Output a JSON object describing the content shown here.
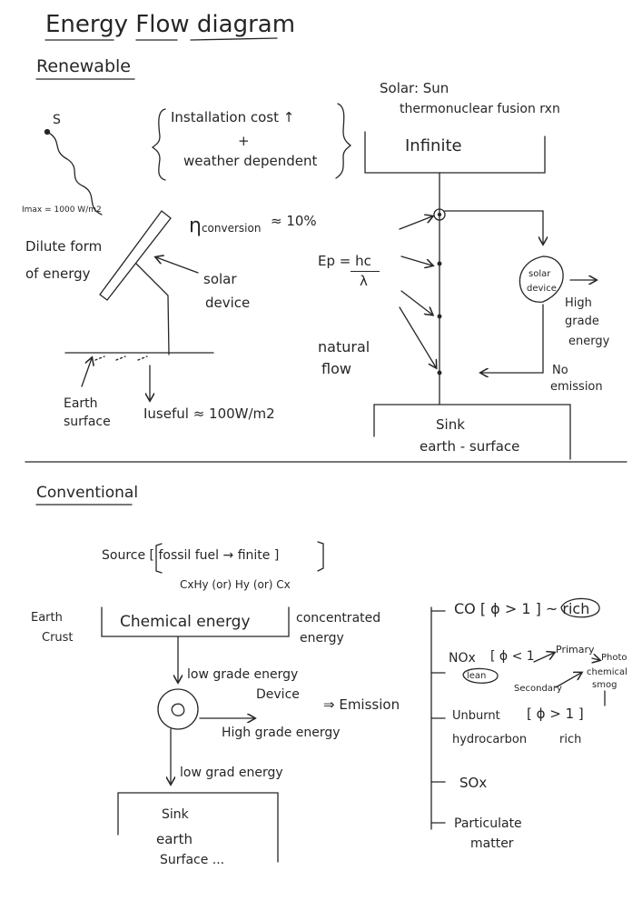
{
  "title": "Energy Flow diagram",
  "renewable": {
    "heading": "Renewable",
    "sun_symbol": "S",
    "imax": "Imax = 1000 W/m2",
    "dilute_line1": "Dilute form",
    "dilute_line2": "of energy",
    "cost_line1": "Installation cost ↑",
    "cost_plus": "+",
    "cost_line2": "weather dependent",
    "efficiency": "η",
    "efficiency_sub": "conversion",
    "efficiency_val": "≈ 10%",
    "solar_device_line1": "solar",
    "solar_device_line2": "device",
    "earth_line1": "Earth",
    "earth_line2": "surface",
    "iuseful": "Iuseful ≈ 100W/m2",
    "source_line1": "Solar: Sun",
    "source_line2": "thermonuclear fusion rxn",
    "infinite": "Infinite",
    "ep_top": "Ep = hc",
    "ep_bottom": "λ",
    "natural_line1": "natural",
    "natural_line2": "flow",
    "device_circle_line1": "solar",
    "device_circle_line2": "device",
    "high_grade_line1": "High",
    "high_grade_line2": "grade",
    "high_grade_line3": "energy",
    "no_emission_line1": "No",
    "no_emission_line2": "emission",
    "sink_line1": "Sink",
    "sink_line2": "earth - surface"
  },
  "conventional": {
    "heading": "Conventional",
    "source_line": "Source [ fossil fuel → finite ]",
    "formula_line": "CxHy (or) Hy (or) Cx",
    "earth_crust_line1": "Earth",
    "earth_crust_line2": "Crust",
    "chemical_energy": "Chemical energy",
    "concentrated_line1": "concentrated",
    "concentrated_line2": "energy",
    "low_grade_1": "low grade energy",
    "device": "Device",
    "emission": "⇒ Emission",
    "high_grade": "High grade energy",
    "low_grade_2": "low grad energy",
    "sink_line1": "Sink",
    "sink_line2": "earth",
    "sink_line3": "Surface ...",
    "co": "CO [ ϕ > 1 ] ~ rich",
    "nox": "NOx",
    "nox_lean": "lean",
    "nox_phi": "[ ϕ < 1",
    "primary": "Primary",
    "secondary": "Secondary",
    "photo_line1": "Photo",
    "photo_line2": "chemical",
    "photo_line3": "smog",
    "unburnt_line1": "Unburnt",
    "unburnt_phi": "[ ϕ > 1 ]",
    "unburnt_line2": "hydrocarbon",
    "unburnt_rich": "rich",
    "sox": "SOx",
    "particulate_line1": "Particulate",
    "particulate_line2": "matter"
  }
}
